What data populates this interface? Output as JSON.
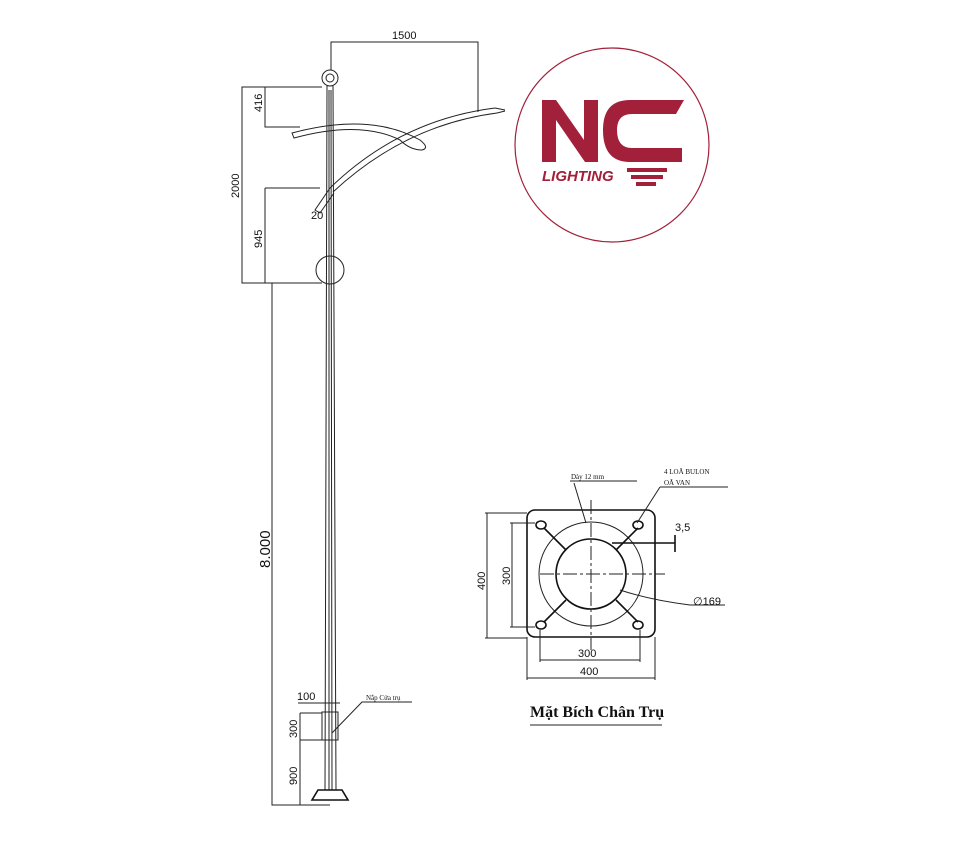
{
  "logo": {
    "brand": "NC",
    "tagline": "LIGHTING",
    "color": "#a3203a"
  },
  "pole_elevation": {
    "dims": {
      "arm_reach": "1500",
      "top_offset": "416",
      "arm_height": "2000",
      "lower_offset": "945",
      "arm_angle": "20",
      "pole_height": "8.000",
      "door_offset": "100",
      "door_height": "300",
      "door_base": "900"
    },
    "door_label": "Nắp Cửa trụ"
  },
  "flange": {
    "thickness_label": "Dày 12 mm",
    "bolt_label_1": "4 LOÃ BULON",
    "bolt_label_2": "OÃ VAN",
    "wall_thickness": "3,5",
    "diameter": "∅169",
    "outer_v": "400",
    "inner_v": "300",
    "inner_h": "300",
    "outer_h": "400",
    "title": "Mặt Bích Chân Trụ"
  }
}
